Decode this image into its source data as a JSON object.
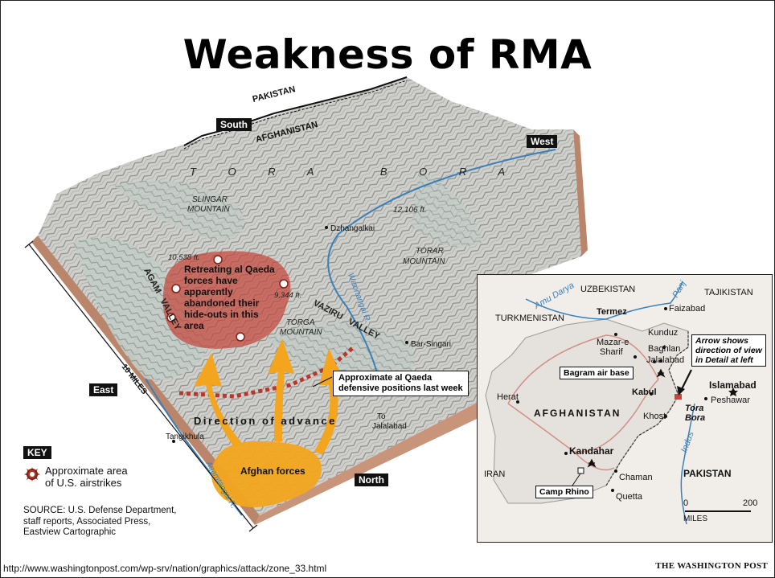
{
  "slide": {
    "title": "Weakness of RMA",
    "url": "http://www.washingtonpost.com/wp-srv/nation/graphics/attack/zone_33.html",
    "credit": "THE WASHINGTON POST"
  },
  "compass": {
    "south": "South",
    "west": "West",
    "east": "East",
    "north": "North"
  },
  "terrain": {
    "pakistan": "PAKISTAN",
    "afghanistan": "AFGHANISTAN",
    "tora_bora": "T O R A   B O R A",
    "slingar": "SLINGAR",
    "slingar2": "MOUNTAIN",
    "torar": "TORAR",
    "torar2": "MOUNTAIN",
    "torga": "TORGA",
    "torga2": "MOUNTAIN",
    "dzhangalkai": "Dzhangalkai",
    "elev1": "12,106 ft.",
    "elev2": "10,538 ft.",
    "elev3": "9,344 ft.",
    "agam_valley": "AGAM   VALLEY",
    "vaziru_valley": "VAZIRU   VALLEY",
    "wazirtangai": "Wazirtangai R.",
    "agamtangai": "Agamtangai R.",
    "bar_singari": "Bar-Singari",
    "tangikhula": "Tangikhula",
    "miles": "10 MILES",
    "direction": "Direction of advance",
    "to_jalalabad": "To",
    "to_jalalabad2": "Jalalabad",
    "afghan_forces": "Afghan forces",
    "retreat": [
      "Retreating al Qaeda",
      "forces have",
      "apparently",
      "abandoned their",
      "hide-outs in this",
      "area"
    ],
    "defensive": [
      "Approximate al Qaeda",
      "defensive positions last week"
    ]
  },
  "key": {
    "title": "KEY",
    "item": [
      "Approximate area",
      "of U.S. airstrikes"
    ]
  },
  "source": [
    "SOURCE: U.S. Defense Department,",
    "staff reports, Associated Press,",
    "Eastview Cartographic"
  ],
  "inset": {
    "uzbekistan": "UZBEKISTAN",
    "tajikistan": "TAJIKISTAN",
    "turkmenistan": "TURKMENISTAN",
    "amu_darya": "Amu Darya",
    "panj": "Panj",
    "termez": "Termez",
    "faizabad": "Faizabad",
    "kunduz": "Kunduz",
    "mazar": "Mazar-e",
    "mazar2": "Sharif",
    "baghlan": "Baghlan",
    "jalalabad": "Jalalabad",
    "arrow_note": [
      "Arrow shows",
      "direction of view",
      "in Detail at left"
    ],
    "bagram": "Bagram air base",
    "islamabad": "Islamabad",
    "peshawar": "Peshawar",
    "herat": "Herat",
    "afghanistan": "AFGHANISTAN",
    "kabul": "Kabul",
    "khost": "Khost",
    "tora": "Tora",
    "bora": "Bora",
    "indus": "Indus",
    "kandahar": "Kandahar",
    "iran": "IRAN",
    "chaman": "Chaman",
    "pakistan": "PAKISTAN",
    "quetta": "Quetta",
    "camp_rhino": "Camp Rhino",
    "scale0": "0",
    "scale200": "200",
    "scale_unit": "MILES"
  }
}
